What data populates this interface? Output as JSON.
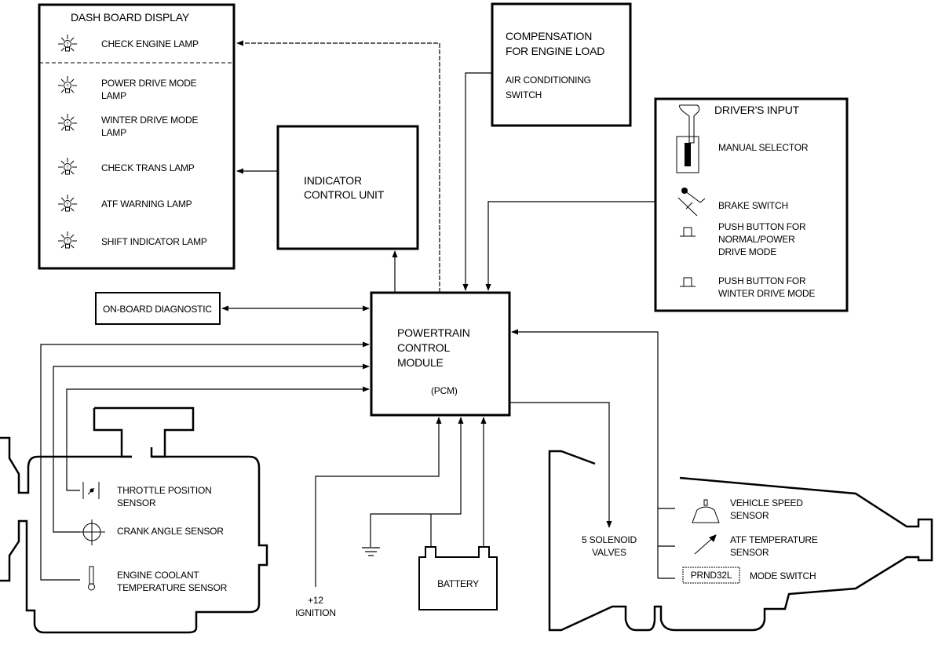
{
  "colors": {
    "ink": "#000000",
    "background": "#ffffff"
  },
  "dashboard": {
    "title": "DASH BOARD DISPLAY",
    "lamps": [
      {
        "icon": "lamp-bulb-icon",
        "label_lines": [
          "CHECK ENGINE LAMP"
        ]
      },
      {
        "icon": "lamp-bulb-icon",
        "label_lines": [
          "POWER DRIVE MODE",
          "LAMP"
        ]
      },
      {
        "icon": "lamp-bulb-icon",
        "label_lines": [
          "WINTER DRIVE MODE",
          "LAMP"
        ]
      },
      {
        "icon": "lamp-bulb-icon",
        "label_lines": [
          "CHECK TRANS LAMP"
        ]
      },
      {
        "icon": "lamp-bulb-icon",
        "label_lines": [
          "ATF WARNING LAMP"
        ]
      },
      {
        "icon": "lamp-bulb-icon",
        "label_lines": [
          "SHIFT INDICATOR LAMP"
        ]
      }
    ]
  },
  "indicator_unit": {
    "line1": "INDICATOR",
    "line2": "CONTROL UNIT"
  },
  "compensation": {
    "title_line1": "COMPENSATION",
    "title_line2": "FOR ENGINE LOAD",
    "item_line1": "AIR CONDITIONING",
    "item_line2": "SWITCH"
  },
  "drivers_input": {
    "title": "DRIVER'S INPUT",
    "items": [
      {
        "icon": "manual-selector-icon",
        "label_lines": [
          "MANUAL SELECTOR"
        ]
      },
      {
        "icon": "brake-switch-icon",
        "label_lines": [
          "BRAKE SWITCH"
        ]
      },
      {
        "icon": "push-button-icon",
        "label_lines": [
          "PUSH BUTTON FOR",
          "NORMAL/POWER",
          "DRIVE MODE"
        ]
      },
      {
        "icon": "push-button-icon",
        "label_lines": [
          "PUSH BUTTON FOR",
          "WINTER DRIVE MODE"
        ]
      }
    ]
  },
  "obd": {
    "label": "ON-BOARD DIAGNOSTIC"
  },
  "pcm": {
    "line1": "POWERTRAIN",
    "line2": "CONTROL",
    "line3": "MODULE",
    "abbr": "(PCM)"
  },
  "engine_sensors": [
    {
      "icon": "throttle-position-sensor-icon",
      "label_lines": [
        "THROTTLE POSITION",
        "SENSOR"
      ]
    },
    {
      "icon": "crank-angle-sensor-icon",
      "label_lines": [
        "CRANK ANGLE SENSOR"
      ]
    },
    {
      "icon": "coolant-temperature-sensor-icon",
      "label_lines": [
        "ENGINE COOLANT",
        "TEMPERATURE SENSOR"
      ]
    }
  ],
  "power": {
    "ignition_line1": "+12",
    "ignition_line2": "IGNITION",
    "battery": "BATTERY"
  },
  "transmission": {
    "solenoid_line1": "5 SOLENOID",
    "solenoid_line2": "VALVES",
    "sensors": [
      {
        "icon": "vehicle-speed-sensor-icon",
        "label_lines": [
          "VEHICLE SPEED",
          "SENSOR"
        ]
      },
      {
        "icon": "atf-temperature-sensor-icon",
        "label_lines": [
          "ATF TEMPERATURE",
          "SENSOR"
        ]
      }
    ],
    "mode_switch_badge": "PRND32L",
    "mode_switch_label": "MODE SWITCH"
  }
}
